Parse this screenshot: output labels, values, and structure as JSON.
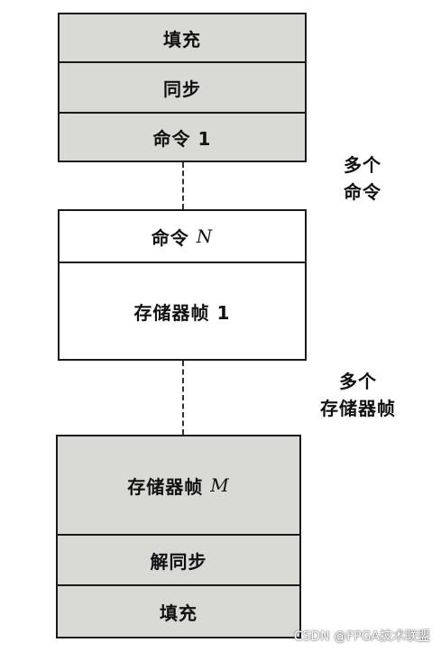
{
  "top_block": {
    "padding_label": "填充",
    "sync_label": "同步",
    "command1_label": "命令 1"
  },
  "middle_block": {
    "commandN_prefix": "命令",
    "commandN_var": "N",
    "frame1_label": "存储器帧 1"
  },
  "bottom_block": {
    "frameM_prefix": "存储器帧",
    "frameM_var": "M",
    "desync_label": "解同步",
    "padding_label": "填充"
  },
  "annotations": {
    "multi_commands_line1": "多个",
    "multi_commands_line2": "命令",
    "multi_frames_line1": "多个",
    "multi_frames_line2": "存储器帧"
  },
  "watermark": "CSDN @FPGA技术联盟",
  "colors": {
    "shaded": "#d9d9d6",
    "border": "#1a1a1a"
  }
}
